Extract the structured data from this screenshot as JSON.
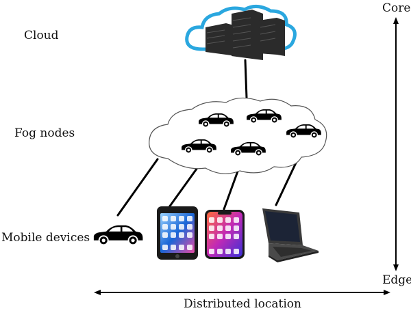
{
  "tiers": {
    "cloud": "Cloud",
    "fog": "Fog nodes",
    "mobile": "Mobile devices"
  },
  "vertical_axis": {
    "top": "Core",
    "bottom": "Edge"
  },
  "horizontal_axis": {
    "label": "Distributed location"
  },
  "icons": {
    "cloud_servers": "cloud-server-icon",
    "fog_vehicles": [
      "car-icon",
      "car-icon",
      "car-icon",
      "car-icon",
      "car-icon"
    ],
    "devices": [
      "car-icon",
      "smartphone-icon",
      "smartphone-icon",
      "laptop-icon"
    ]
  },
  "colors": {
    "cloud_outline": "#2aa7df",
    "server": "#2b2b2b",
    "line": "#000000"
  }
}
